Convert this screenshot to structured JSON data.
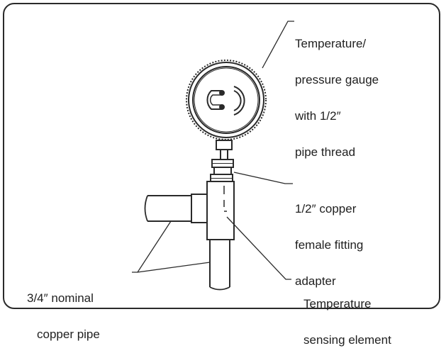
{
  "labels": {
    "gauge": [
      "Temperature/",
      "pressure gauge",
      "with 1/2″",
      "pipe thread"
    ],
    "adapter": [
      "1/2″ copper",
      "female fitting",
      "adapter"
    ],
    "pipe": [
      "3/4″ nominal",
      "copper pipe"
    ],
    "sensor": [
      "Temperature",
      "sensing element"
    ]
  },
  "colors": {
    "line": "#2a2a2a",
    "fill": "#ffffff"
  }
}
